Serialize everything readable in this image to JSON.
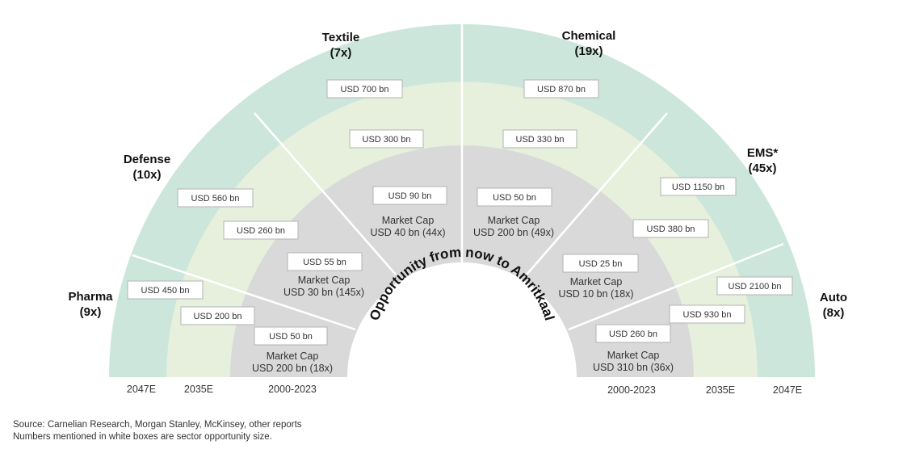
{
  "title": "Opportunity from now to Amritkaal",
  "colors": {
    "outer_ring": "#cce6dc",
    "middle_ring": "#e6f0dc",
    "inner_ring": "#d9d9d9",
    "divider": "#ffffff",
    "box_border": "#b3b3b3"
  },
  "ring_labels": {
    "outer": "2047E",
    "middle": "2035E",
    "inner": "2000-2023"
  },
  "sectors": [
    {
      "name": "Pharma",
      "multiple": "(9x)",
      "v2047": "USD 450 bn",
      "v2035": "USD 200 bn",
      "v2023": "USD 50 bn",
      "cap_label": "Market Cap",
      "cap_value": "USD 200 bn (18x)"
    },
    {
      "name": "Defense",
      "multiple": "(10x)",
      "v2047": "USD 560 bn",
      "v2035": "USD 260 bn",
      "v2023": "USD 55 bn",
      "cap_label": "Market Cap",
      "cap_value": "USD 30 bn (145x)"
    },
    {
      "name": "Textile",
      "multiple": "(7x)",
      "v2047": "USD 700 bn",
      "v2035": "USD 300 bn",
      "v2023": "USD 90 bn",
      "cap_label": "Market Cap",
      "cap_value": "USD 40 bn (44x)"
    },
    {
      "name": "Chemical",
      "multiple": "(19x)",
      "v2047": "USD 870 bn",
      "v2035": "USD 330 bn",
      "v2023": "USD 50 bn",
      "cap_label": "Market Cap",
      "cap_value": "USD 200 bn (49x)"
    },
    {
      "name": "EMS*",
      "multiple": "(45x)",
      "v2047": "USD 1150 bn",
      "v2035": "USD 380 bn",
      "v2023": "USD 25 bn",
      "cap_label": "Market Cap",
      "cap_value": "USD 10 bn (18x)"
    },
    {
      "name": "Auto",
      "multiple": "(8x)",
      "v2047": "USD 2100 bn",
      "v2035": "USD 930 bn",
      "v2023": "USD 260 bn",
      "cap_label": "Market Cap",
      "cap_value": "USD 310 bn (36x)"
    }
  ],
  "notes": {
    "source": "Source: Carnelian Research, Morgan Stanley, McKinsey, other reports",
    "footnote": "Numbers mentioned in white boxes are sector opportunity size."
  }
}
